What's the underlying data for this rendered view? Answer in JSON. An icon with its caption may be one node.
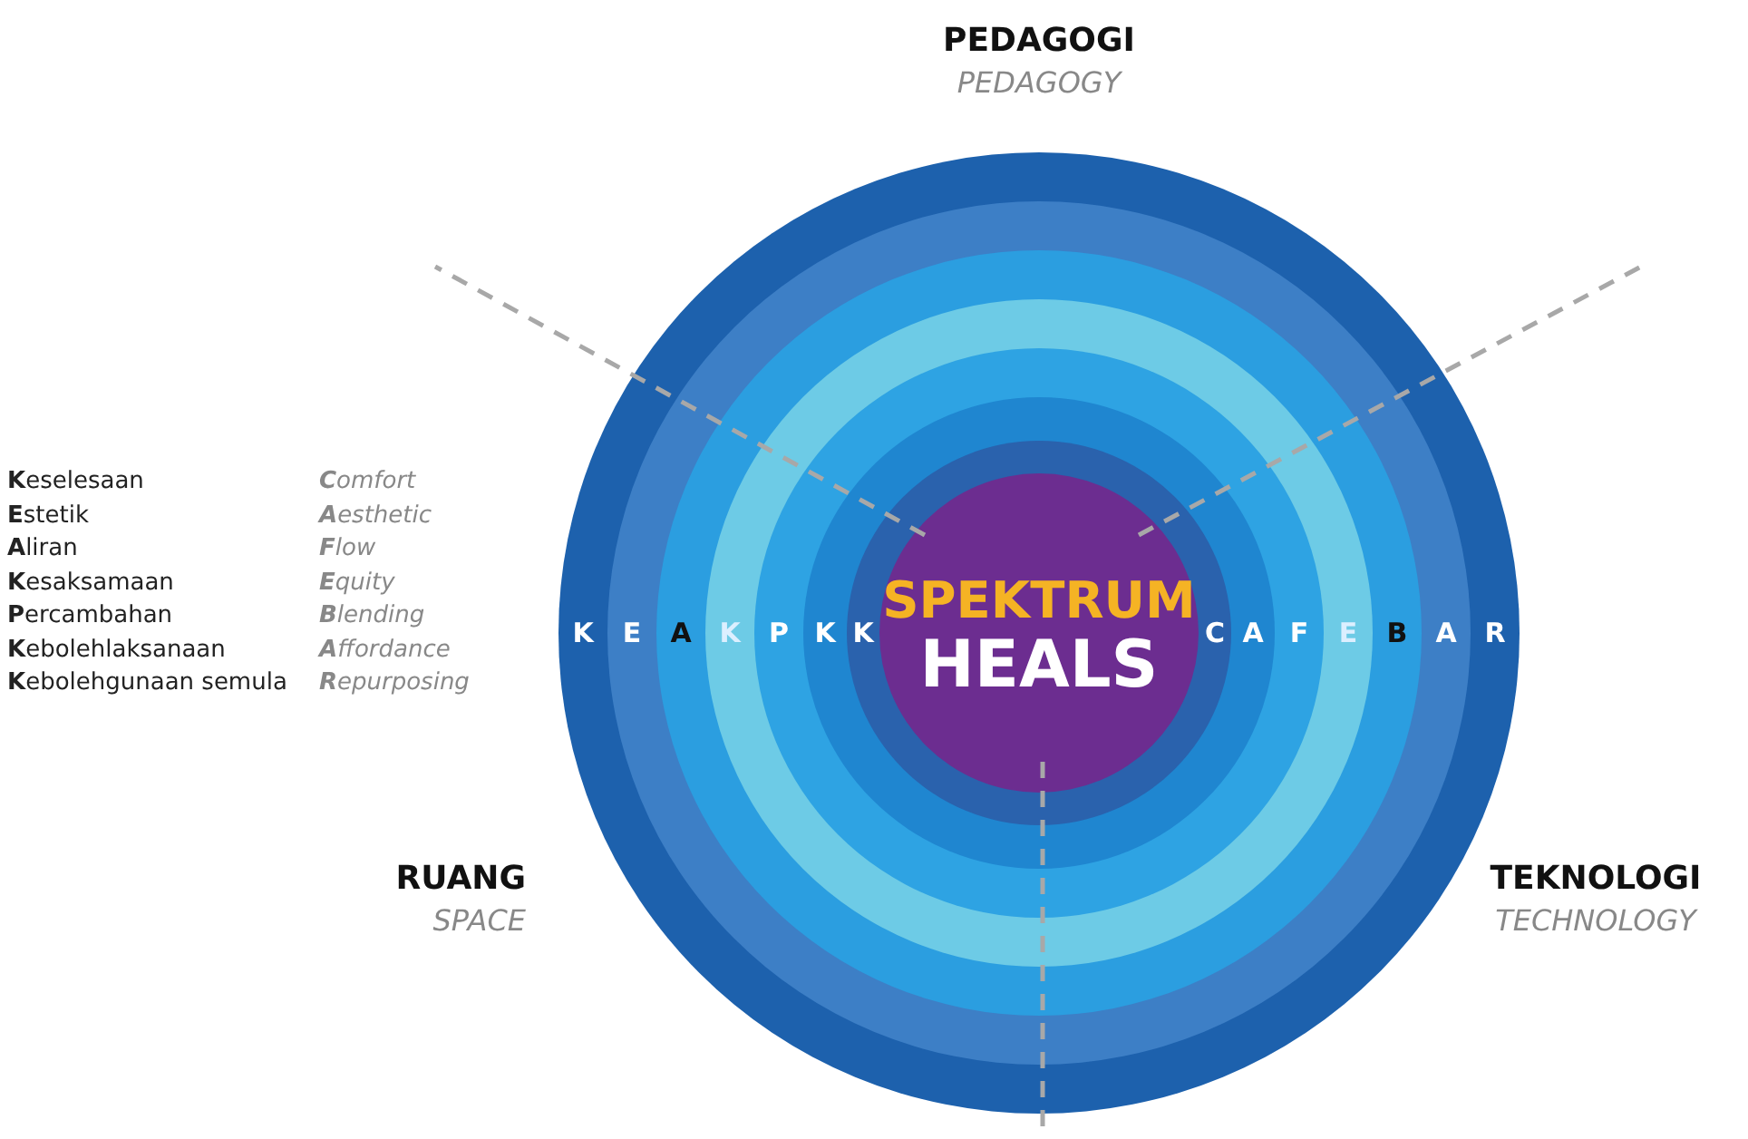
{
  "diagram": {
    "nodes": [
      {
        "text": [
          "K",
          "R"
        ]
      },
      {
        "text": [
          "E",
          "A"
        ],
        "in": 0
      },
      {
        "text": [
          "A",
          "B"
        ],
        "in": 1
      },
      {
        "text": [
          "K",
          "E"
        ],
        "in": 2
      },
      {
        "text": [
          "P",
          "F"
        ],
        "in": 3
      },
      {
        "text": [
          "K",
          "A"
        ],
        "in": 4
      },
      {
        "text": [
          "K",
          "C"
        ],
        "in": 5
      },
      {
        "text": [
          "SPEKTRUM",
          "HEALS"
        ],
        "in": 6
      }
    ],
    "edges": [],
    "labels": [
      "PEDAGOGI",
      "PEDAGOGY",
      "**K**eselesaan",
      "**C**omfort",
      "**E**stetik",
      "**A**esthetic",
      "**A**liran",
      "**F**low",
      "**K**esaksamaan",
      "**E**quity",
      "**P**ercambahan",
      "**B**lending",
      "**K**ebolehlaksanaan",
      "**A**ffordance",
      "**K**ebolehgunaan semula",
      "**R**epurposing",
      "RUANG",
      "SPACE",
      "TEKNOLOGI",
      "TECHNOLOGY"
    ]
  }
}
